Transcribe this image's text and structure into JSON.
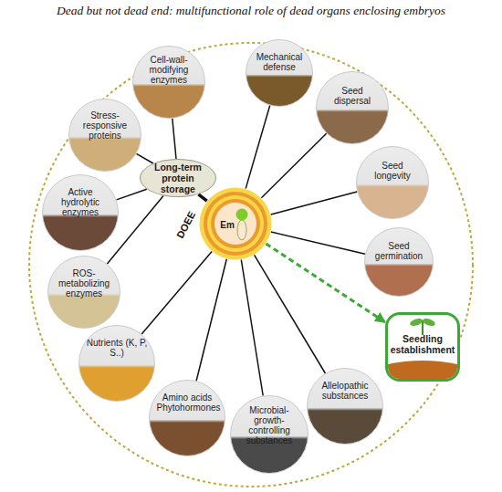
{
  "diagram": {
    "title": "Dead but not dead end: multifunctional role of dead organs enclosing embryos",
    "nodes": [
      {
        "text": [
          "Cell-wall-modifying enzymes"
        ]
      },
      {
        "text": [
          "Stress-responsive proteins"
        ]
      },
      {
        "text": [
          "Active hydrolytic enzymes"
        ]
      },
      {
        "text": [
          "ROS-metabolizing enzymes"
        ]
      },
      {
        "text": [
          "Long-term protein storage"
        ]
      },
      {
        "text": [
          "Mechanical defense"
        ]
      },
      {
        "text": [
          "Seed dispersal"
        ]
      },
      {
        "text": [
          "Seed longevity"
        ]
      },
      {
        "text": [
          "Seed germination"
        ]
      },
      {
        "text": [
          "DOEE"
        ]
      },
      {
        "text": [
          "Em"
        ],
        "in": 9
      },
      {
        "text": [
          "Seedling establishment"
        ]
      },
      {
        "text": [
          "Allelopathic substances"
        ]
      },
      {
        "text": [
          "Microbial-growth-controlling substances"
        ]
      },
      {
        "text": [
          "Amino acids Phytohormones"
        ]
      },
      {
        "text": [
          "Nutrients (K, P, S..)"
        ]
      }
    ],
    "edges": [
      {
        "from": 9,
        "to": 4,
        "arrow": "none"
      },
      {
        "from": 4,
        "to": 0,
        "arrow": "none"
      },
      {
        "from": 4,
        "to": 1,
        "arrow": "none"
      },
      {
        "from": 4,
        "to": 2,
        "arrow": "none"
      },
      {
        "from": 4,
        "to": 3,
        "arrow": "none"
      },
      {
        "from": 9,
        "to": 5,
        "arrow": "none"
      },
      {
        "from": 9,
        "to": 6,
        "arrow": "none"
      },
      {
        "from": 9,
        "to": 7,
        "arrow": "none"
      },
      {
        "from": 9,
        "to": 8,
        "arrow": "none"
      },
      {
        "from": 9,
        "to": 11,
        "arrow": "to"
      },
      {
        "from": 9,
        "to": 12,
        "arrow": "none"
      },
      {
        "from": 9,
        "to": 13,
        "arrow": "none"
      },
      {
        "from": 9,
        "to": 14,
        "arrow": "none"
      },
      {
        "from": 9,
        "to": 15,
        "arrow": "none"
      }
    ]
  }
}
